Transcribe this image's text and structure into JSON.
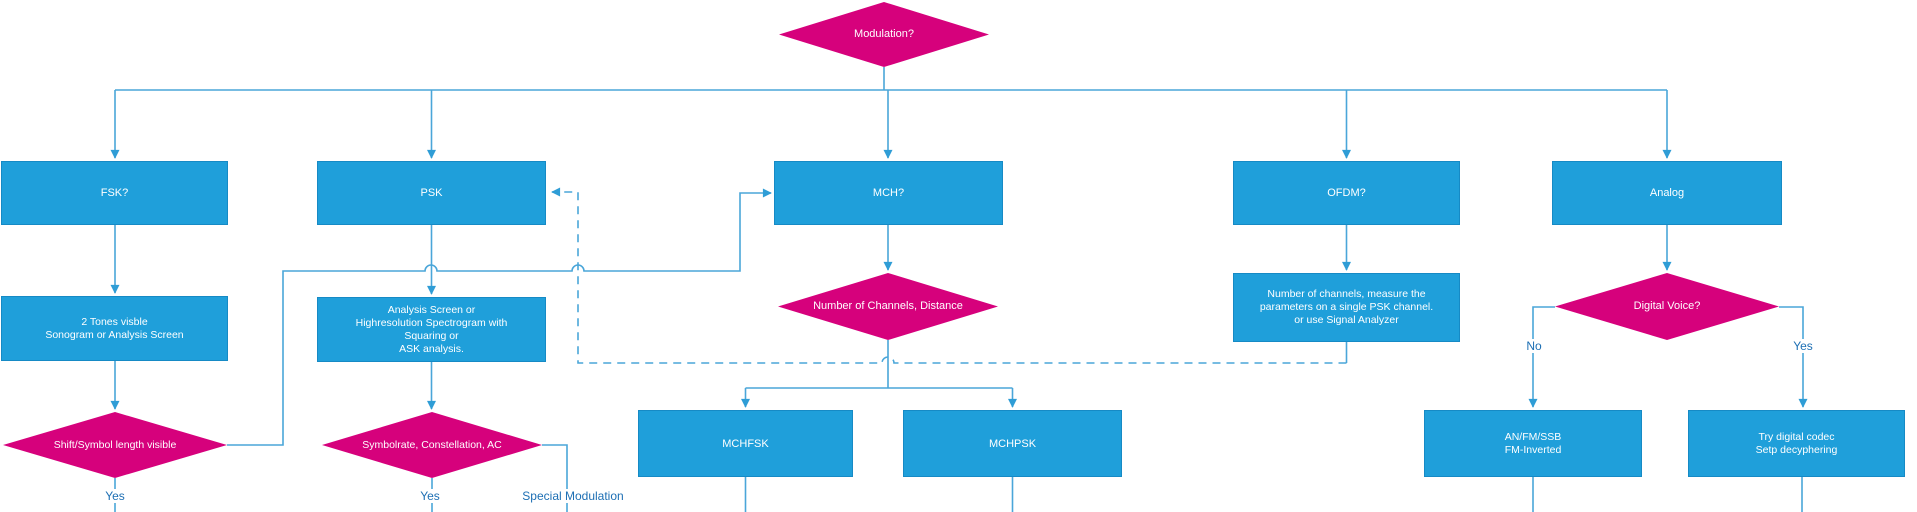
{
  "diagram": {
    "nodes": {
      "modulation": "Modulation?",
      "fsk": "FSK?",
      "psk": "PSK",
      "mch": "MCH?",
      "ofdm": "OFDM?",
      "analog": "Analog",
      "two_tones": "2 Tones visble\nSonogram or Analysis Screen",
      "psk_analysis": "Analysis Screen or\nHighresolution Spectrogram with\nSquaring or\nASK analysis.",
      "num_channels": "Number of Channels, Distance",
      "ofdm_measure": "Number of channels, measure the\nparameters on a single PSK channel.\nor use Signal Analyzer",
      "digital_voice": "Digital Voice?",
      "shift_symbol": "Shift/Symbol length visible",
      "symbolrate": "Symbolrate, Constellation, AC",
      "mchfsk": "MCHFSK",
      "mchpsk": "MCHPSK",
      "an_fm_ssb": "AN/FM/SSB\nFM-Inverted",
      "try_codec": "Try digital codec\nSetp decyphering"
    },
    "edge_labels": {
      "shift_yes": "Yes",
      "symbolrate_yes": "Yes",
      "special_modulation": "Special Modulation",
      "dv_no": "No",
      "dv_yes": "Yes"
    },
    "colors": {
      "process_fill": "#1f9fda",
      "process_border": "#168ac5",
      "decision_fill": "#d6017c",
      "connector": "#4aa6d9",
      "arrowhead": "#2f9dd6",
      "edge_label_text": "#1d6fb4",
      "shape_text": "#ffffff",
      "background": "#ffffff"
    }
  }
}
